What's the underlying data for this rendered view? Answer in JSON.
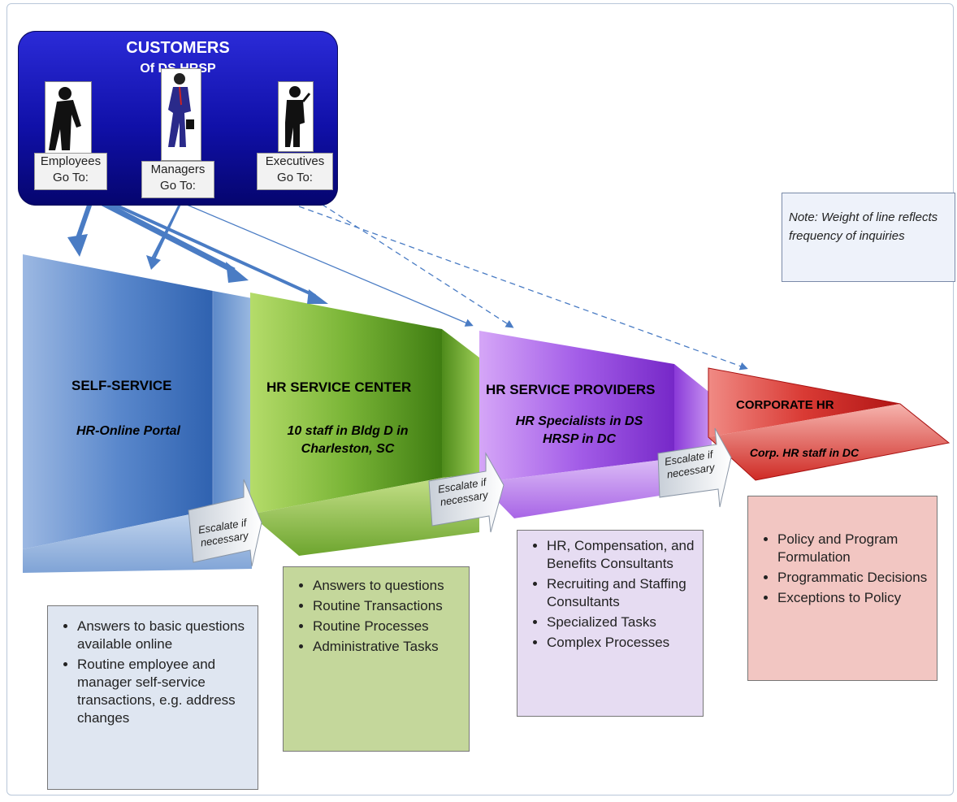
{
  "customers": {
    "title": "CUSTOMERS",
    "subtitle": "Of DS HRSP",
    "roles": [
      {
        "line1": "Employees",
        "line2": "Go To:"
      },
      {
        "line1": "Managers",
        "line2": "Go To:"
      },
      {
        "line1": "Executives",
        "line2": "Go To:"
      }
    ]
  },
  "note": "Note:  Weight of line reflects frequency of inquiries",
  "stages": [
    {
      "title": "SELF-SERVICE",
      "subtitle": [
        "HR-Online Portal"
      ],
      "color": "#4a7cc4",
      "items": [
        "Answers to basic questions available online",
        "Routine employee and manager self-service transactions, e.g. address changes"
      ],
      "box_color": "#dfe6f1"
    },
    {
      "title": "HR SERVICE CENTER",
      "subtitle": [
        "10 staff in Bldg D in",
        "Charleston, SC"
      ],
      "color": "#6aa532",
      "items": [
        "Answers to questions",
        "Routine Transactions",
        "Routine Processes",
        "Administrative Tasks"
      ],
      "box_color": "#c4d79b"
    },
    {
      "title": "HR SERVICE PROVIDERS",
      "subtitle": [
        "HR Specialists in DS",
        "HRSP in DC"
      ],
      "color": "#9b4fe0",
      "items": [
        "HR, Compensation, and Benefits Consultants",
        "Recruiting and Staffing Consultants",
        "Specialized Tasks",
        "Complex Processes"
      ],
      "box_color": "#e6dcf2"
    },
    {
      "title": "CORPORATE HR",
      "subtitle": [
        "Corp. HR staff in DC"
      ],
      "color": "#cc1e1e",
      "items": [
        "Policy and Program Formulation",
        "Programmatic Decisions",
        "Exceptions to Policy"
      ],
      "box_color": "#f2c6c2"
    }
  ],
  "escalate": [
    "Escalate if",
    "necessary"
  ]
}
